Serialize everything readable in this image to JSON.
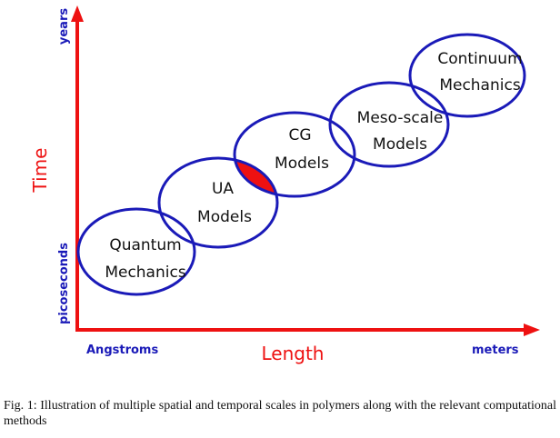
{
  "axes": {
    "x_title": "Length",
    "y_title": "Time",
    "x_min_label": "Angstroms",
    "x_max_label": "meters",
    "y_min_label": "picoseconds",
    "y_max_label": "years"
  },
  "models": [
    {
      "line1": "Quantum",
      "line2": "Mechanics"
    },
    {
      "line1": "UA",
      "line2": "Models"
    },
    {
      "line1": "CG",
      "line2": "Models"
    },
    {
      "line1": "Meso-scale",
      "line2": "Models"
    },
    {
      "line1": "Continuum",
      "line2": "Mechanics"
    }
  ],
  "caption": "Fig. 1: Illustration of multiple spatial and temporal scales in polymers along with the relevant computational methods",
  "colors": {
    "axis": "#ee1111",
    "ellipse": "#1a1ab8",
    "axis_title": "#ee1111",
    "tick_label": "#1a1ab8",
    "model_text": "#111111",
    "overlap_fill": "#ee1111"
  }
}
